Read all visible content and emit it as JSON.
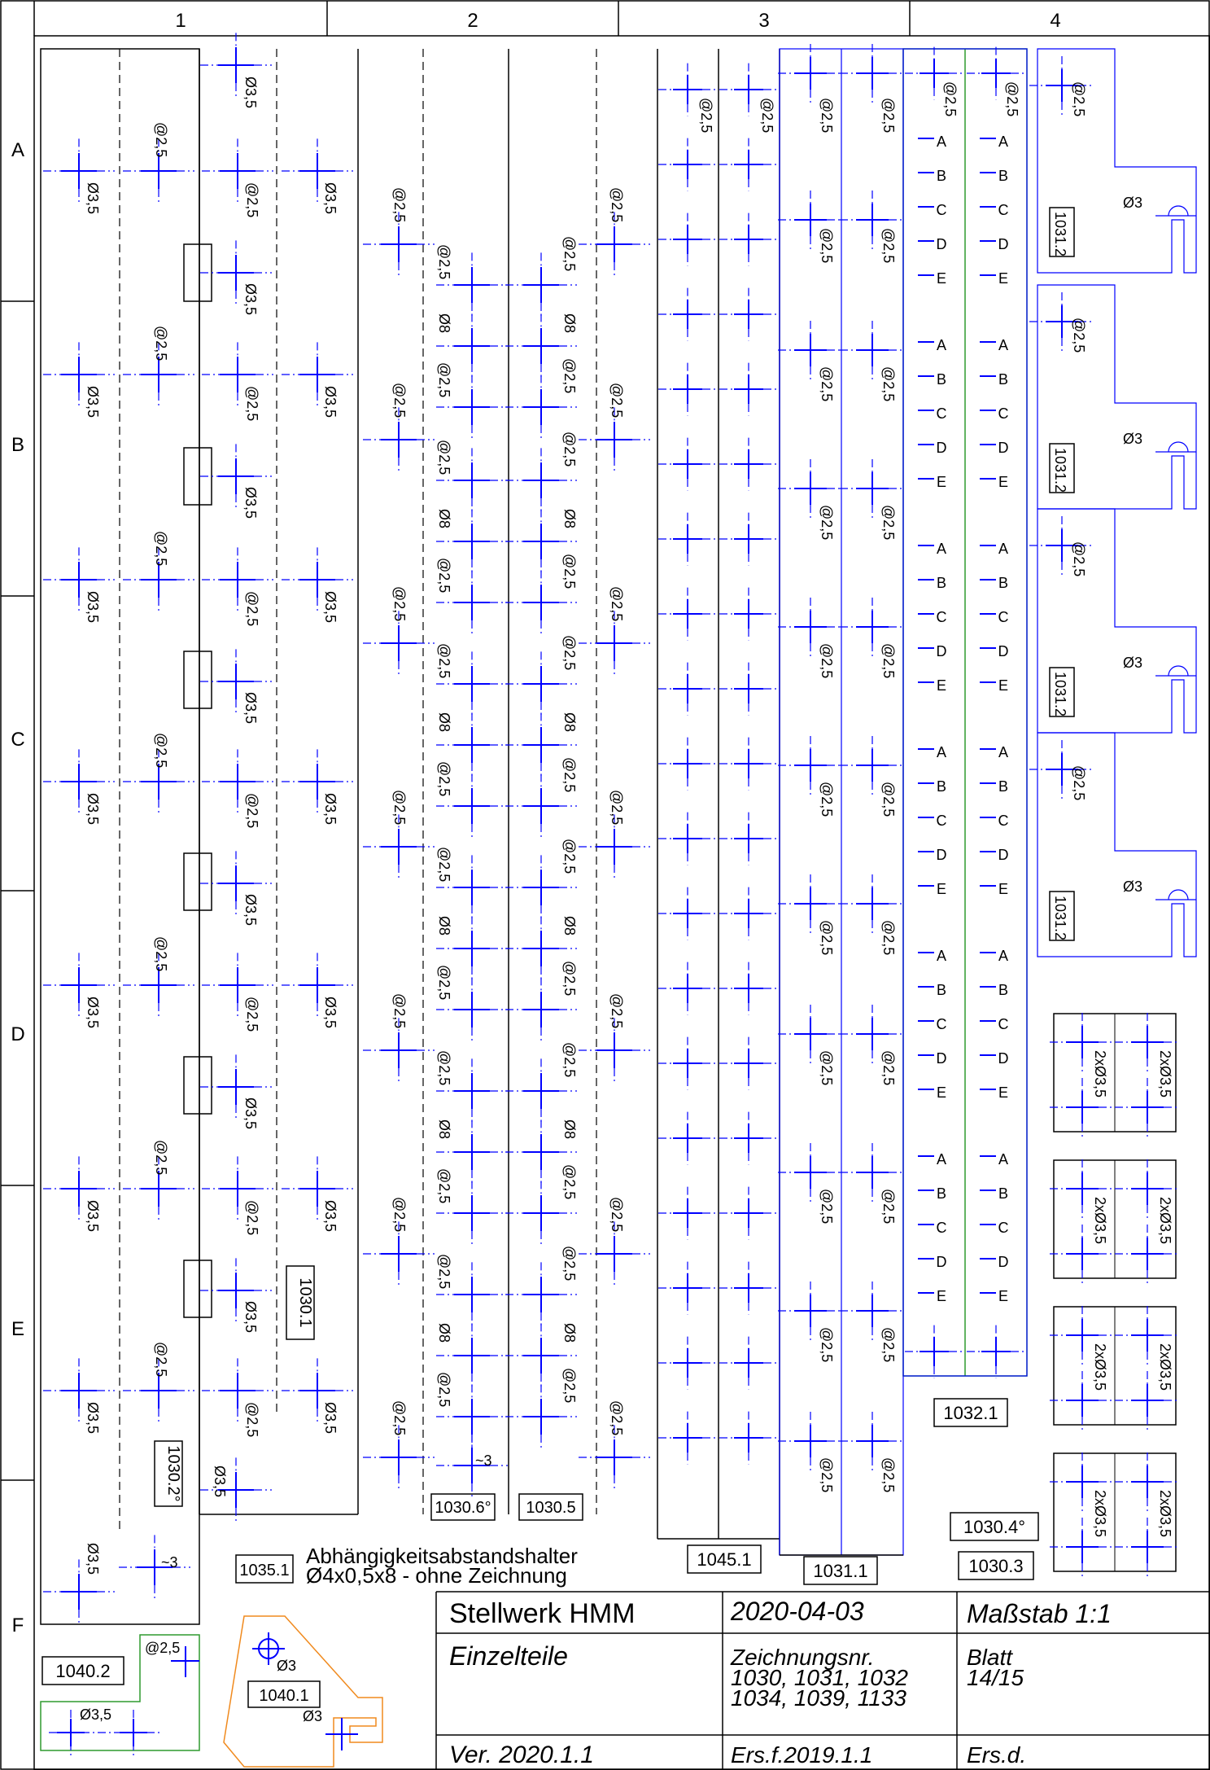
{
  "grid": {
    "columns": [
      "1",
      "2",
      "3",
      "4"
    ],
    "rows": [
      "A",
      "B",
      "C",
      "D",
      "E",
      "F"
    ]
  },
  "labels": {
    "d35": "Ø3,5",
    "d25": "@2,5",
    "d8": "Ø8",
    "d3": "Ø3",
    "two_d35": "2xØ3,5",
    "approx3": "~3",
    "letters": [
      "A",
      "B",
      "C",
      "D",
      "E"
    ]
  },
  "part_numbers": {
    "p1030_1": "1030.1",
    "p1030_2": "1030.2°",
    "p1030_6": "1030.6°",
    "p1030_5": "1030.5",
    "p1045_1": "1045.1",
    "p1031_1": "1031.1",
    "p1031_2": "1031.2",
    "p1032_1": "1032.1",
    "p1030_4": "1030.4°",
    "p1030_3": "1030.3",
    "p1035_1": "1035.1",
    "p1040_1": "1040.1",
    "p1040_2": "1040.2"
  },
  "note": {
    "line1": "Abhängigkeitsabstandshalter",
    "line2": "Ø4x0,5x8 - ohne Zeichnung"
  },
  "title_block": {
    "project": "Stellwerk HMM",
    "date": "2020-04-03",
    "scale": "Maßstab 1:1",
    "subject": "Einzelteile",
    "drawing_no_label": "Zeichnungsnr.",
    "drawing_no_1": "1030, 1031, 1032",
    "drawing_no_2": "1034, 1039, 1133",
    "sheet_label": "Blatt",
    "sheet": "14/15",
    "version": "Ver. 2020.1.1",
    "replaces": "Ers.f.2019.1.1",
    "replaced_by": "Ers.d."
  }
}
